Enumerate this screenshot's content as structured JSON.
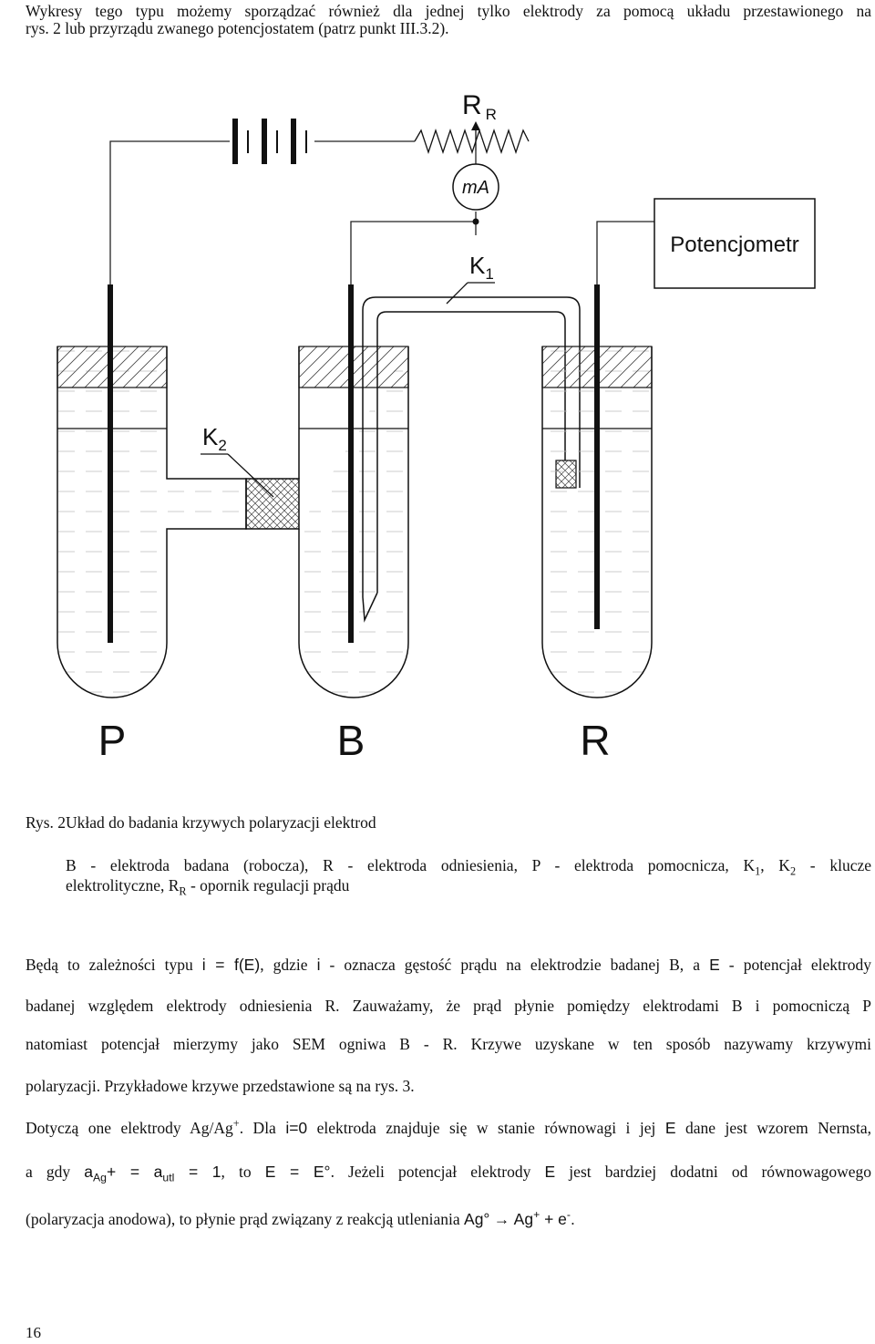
{
  "intro": {
    "line1": "Wykresy tego typu możemy sporządzać również dla jednej tylko elektrody za pomocą układu przestawionego na",
    "line2": "rys. 2 lub przyrządu zwanego potencjostatem (patrz punkt III.3.2)."
  },
  "figure": {
    "resistor_main": "R",
    "resistor_sub": "R",
    "ammeter": "mA",
    "potentiometer": "Potencjometr",
    "key1_main": "K",
    "key1_sub": "1",
    "key2_main": "K",
    "key2_sub": "2",
    "label_p": "P",
    "label_b": "B",
    "label_r": "R"
  },
  "caption": {
    "label": "Rys. 2",
    "title": "Układ do badania krzywych polaryzacji elektrod",
    "legend_a": "B - elektroda badana (robocza), R - elektroda odniesienia, P - elektroda pomocnicza, K",
    "legend_k1": "1",
    "legend_b": ", K",
    "legend_k2": "2",
    "legend_c": " - klucze",
    "legend2_a": "elektrolityczne, R",
    "legend2_sub": "R",
    "legend2_b": " - opornik regulacji prądu"
  },
  "body": {
    "p1_a": "Będą to zależności typu ",
    "p1_formula": "i = f(E)",
    "p1_b": ", gdzie ",
    "p1_i": "i",
    "p1_c": " - oznacza gęstość prądu na elektrodzie badanej B, a ",
    "p1_e": "E",
    "p1_d": " - potencjał elektrody",
    "line2": "badanej względem elektrody odniesienia R. Zauważamy, że prąd płynie pomiędzy elektrodami B i pomocniczą P",
    "line3": "natomiast potencjał mierzymy jako SEM ogniwa B - R. Krzywe uzyskane w ten sposób nazywamy krzywymi",
    "line4": "polaryzacji. Przykładowe krzywe przedstawione są na rys. 3.",
    "line5_a": "Dotyczą one elektrody Ag/Ag",
    "line5_sup": "+",
    "line5_b": ". Dla ",
    "line5_i0": "i=0",
    "line5_c": " elektroda znajduje się w stanie równowagi i jej ",
    "line5_e": "E",
    "line5_d": " dane jest wzorem Nernsta,",
    "line6_a": "a gdy ",
    "line6_f1": "a",
    "line6_f1sub": "Ag",
    "line6_f2": "+ = a",
    "line6_f2sub": "utl",
    "line6_f3": " = 1",
    "line6_b": ", to ",
    "line6_f4": "E = E°",
    "line6_c": ". Jeżeli potencjał elektrody ",
    "line6_e": "E",
    "line6_d": " jest bardziej dodatni od równowagowego",
    "line7_a": "(polaryzacja anodowa), to płynie prąd związany z reakcją utleniania ",
    "line7_ag": "Ag°",
    "line7_arrow": "→",
    "line7_ag2": "Ag",
    "line7_sup": "+",
    "line7_plus": " + e",
    "line7_supm": "-",
    "line7_end": "."
  },
  "page_number": "16"
}
